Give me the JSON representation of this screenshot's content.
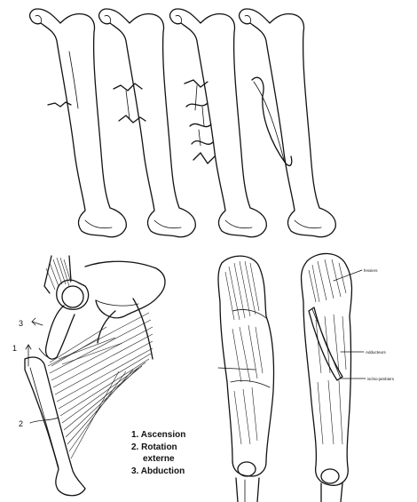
{
  "figure": {
    "fracture_types": [
      {
        "name": "transverse-fracture-femur"
      },
      {
        "name": "comminuted-fracture-femur"
      },
      {
        "name": "multi-fragment-fracture-femur"
      },
      {
        "name": "spiral-fracture-femur"
      }
    ],
    "displacement_labels": {
      "n3": "3",
      "n1": "1",
      "n2": "2"
    },
    "legend": {
      "item1": "1. Ascension",
      "item2": "2. Rotation",
      "item2b": "externe",
      "item3": "3. Abduction"
    },
    "muscle_labels": {
      "fessiers": "fessiers",
      "adducteurs": "Adducteurs",
      "ischio_jambiers": "ischio-jambiers"
    }
  }
}
